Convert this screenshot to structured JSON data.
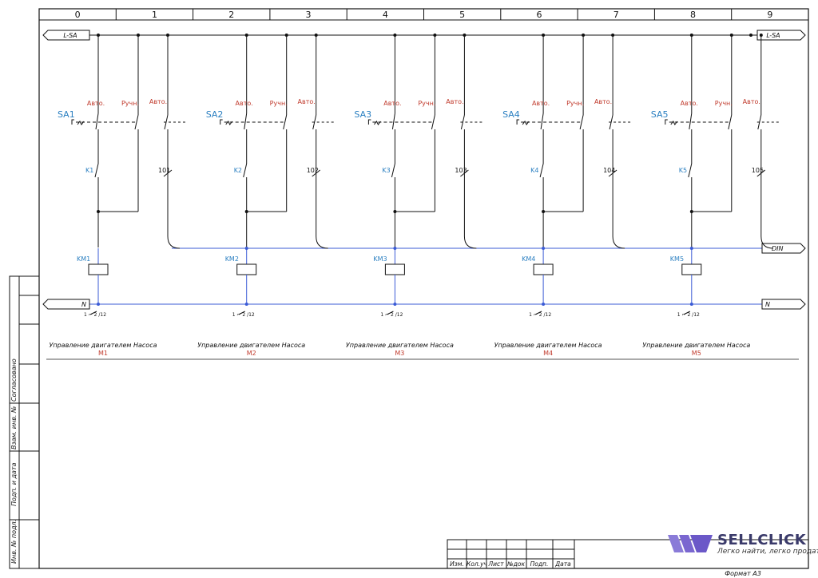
{
  "columns": [
    "0",
    "1",
    "2",
    "3",
    "4",
    "5",
    "6",
    "7",
    "8",
    "9"
  ],
  "buses": {
    "top_left": "L-SA",
    "top_right": "L-SA",
    "din": "DIN",
    "neutral_left": "N",
    "neutral_right": "N"
  },
  "circuits": [
    {
      "switch": "SA1",
      "auto": "Авто.",
      "manual": "Ручн.",
      "auto2": "Авто.",
      "relay": "K1",
      "wire": "101",
      "coil": "KM1",
      "contact_note": "1 ⌐ 2 /12",
      "title": "Управление двигателем Насоса",
      "motor": "M1"
    },
    {
      "switch": "SA2",
      "auto": "Авто.",
      "manual": "Ручн.",
      "auto2": "Авто.",
      "relay": "K2",
      "wire": "102",
      "coil": "KM2",
      "contact_note": "1 ⌐ 2 /12",
      "title": "Управление двигателем Насоса",
      "motor": "M2"
    },
    {
      "switch": "SA3",
      "auto": "Авто.",
      "manual": "Ручн.",
      "auto2": "Авто.",
      "relay": "K3",
      "wire": "103",
      "coil": "KM3",
      "contact_note": "1 ⌐ 2 /12",
      "title": "Управление двигателем Насоса",
      "motor": "M3"
    },
    {
      "switch": "SA4",
      "auto": "Авто.",
      "manual": "Ручн.",
      "auto2": "Авто.",
      "relay": "K4",
      "wire": "104",
      "coil": "KM4",
      "contact_note": "1 ⌐ 2 /12",
      "title": "Управление двигателем Насоса",
      "motor": "M4"
    },
    {
      "switch": "SA5",
      "auto": "Авто.",
      "manual": "Ручн.",
      "auto2": "Авто.",
      "relay": "K5",
      "wire": "105",
      "coil": "KM5",
      "contact_note": "1 ⌐ 2 /12",
      "title": "Управление двигателем Насоса",
      "motor": "M5"
    }
  ],
  "side_labels": [
    "Согласовано",
    "Взам. инв. №",
    "Подп. и дата",
    "Инв. № подл."
  ],
  "title_block": [
    "Изм.",
    "Кол.уч",
    "Лист",
    "№док",
    "Подп.",
    "Дата"
  ],
  "format": "Формат А3",
  "brand": {
    "name": "SELLCLICK",
    "tagline": "Легко найти, легко продать"
  },
  "colors": {
    "line": "#111111",
    "wire_blue": "#3b5bd6",
    "label_red": "#c0392b",
    "label_blue": "#2a7fc1"
  }
}
